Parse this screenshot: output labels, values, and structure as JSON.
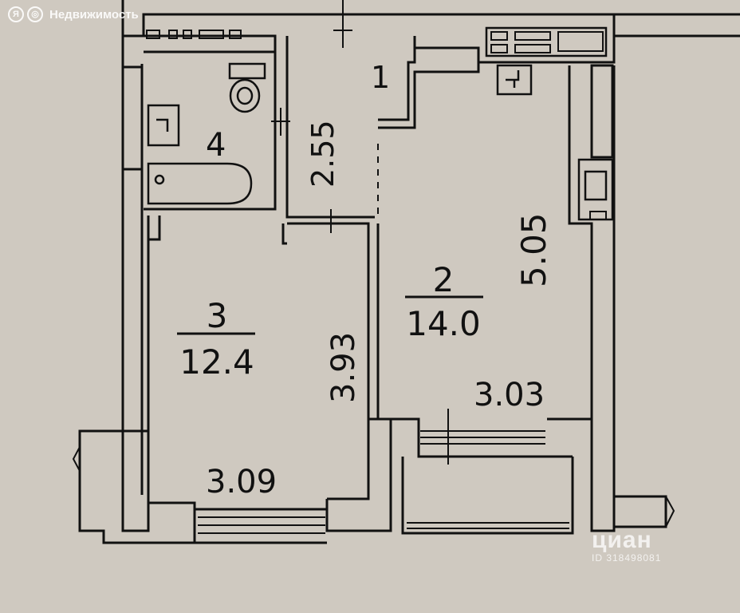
{
  "watermark_top": {
    "glyph_1": "Я",
    "glyph_2": "◎",
    "text": "Недвижимость"
  },
  "watermark_bottom": {
    "brand": "циан",
    "id": "ID 318498081"
  },
  "rooms": [
    {
      "number": "1"
    },
    {
      "number": "2",
      "area": "14.0"
    },
    {
      "number": "3",
      "area": "12.4"
    },
    {
      "number": "4"
    }
  ],
  "dimensions": {
    "corridor_length": "2.55",
    "room2_length": "5.05",
    "room2_width": "3.03",
    "room3_length": "3.93",
    "room3_width": "3.09"
  },
  "colors": {
    "paper": "#cfc9c0",
    "lines": "#111111"
  }
}
